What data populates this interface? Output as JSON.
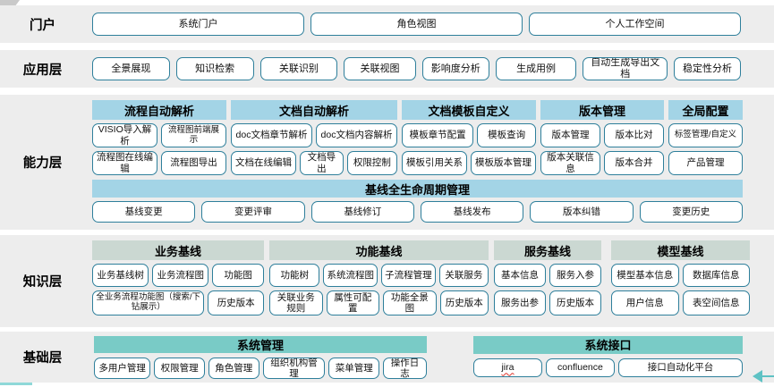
{
  "portal": {
    "label": "门户",
    "buttons": [
      "系统门户",
      "角色视图",
      "个人工作空间"
    ]
  },
  "application": {
    "label": "应用层",
    "buttons": [
      "全景展现",
      "知识检索",
      "关联识别",
      "关联视图",
      "影响度分析",
      "生成用例",
      "自动生成导出文档",
      "稳定性分析"
    ]
  },
  "capability": {
    "label": "能力层",
    "groups": [
      {
        "header": "流程自动解析",
        "row1": [
          "VISIO导入解析",
          "流程图前端展示"
        ],
        "row2": [
          "流程图在线编辑",
          "流程图导出"
        ]
      },
      {
        "header": "文档自动解析",
        "row1": [
          "doc文档章节解析",
          "doc文档内容解析"
        ],
        "row2": [
          "文档在线编辑",
          "文档导出",
          "权限控制"
        ]
      },
      {
        "header": "文档模板自定义",
        "row1": [
          "模板章节配置",
          "模板查询"
        ],
        "row2": [
          "模板引用关系",
          "模板版本管理"
        ]
      },
      {
        "header": "版本管理",
        "row1": [
          "版本管理",
          "版本比对"
        ],
        "row2": [
          "版本关联信息",
          "版本合并"
        ]
      },
      {
        "header": "全局配置",
        "row1": [
          "标签管理/自定义"
        ],
        "row2": [
          "产品管理"
        ]
      }
    ],
    "baseline": {
      "header": "基线全生命周期管理",
      "buttons": [
        "基线变更",
        "变更评审",
        "基线修订",
        "基线发布",
        "版本纠错",
        "变更历史"
      ]
    }
  },
  "knowledge": {
    "label": "知识层",
    "groups": [
      {
        "header": "业务基线",
        "row1": [
          "业务基线树",
          "业务流程图",
          "功能图"
        ],
        "row2": [
          "全业务流程功能图（搜索/下钻展示）",
          "历史版本"
        ]
      },
      {
        "header": "功能基线",
        "row1": [
          "功能树",
          "系统流程图",
          "子流程管理",
          "关联服务"
        ],
        "row2": [
          "关联业务规则",
          "属性可配置",
          "功能全景图",
          "历史版本"
        ]
      },
      {
        "header": "服务基线",
        "row1": [
          "基本信息",
          "服务入参"
        ],
        "row2": [
          "服务出参",
          "历史版本"
        ]
      },
      {
        "header": "模型基线",
        "row1": [
          "模型基本信息",
          "数据库信息"
        ],
        "row2": [
          "用户信息",
          "表空间信息"
        ]
      }
    ]
  },
  "foundation": {
    "label": "基础层",
    "groups": [
      {
        "header": "系统管理",
        "buttons": [
          "多用户管理",
          "权限管理",
          "角色管理",
          "组织机构管理",
          "菜单管理",
          "操作日志"
        ]
      },
      {
        "header": "系统接口",
        "buttons": [
          "jira",
          "confluence",
          "接口自动化平台"
        ]
      }
    ]
  },
  "colors": {
    "band_bg": "#ededed",
    "box_border": "#2e7f9b",
    "capability_header_bg": "#a3d4e6",
    "knowledge_header_bg": "#cbd8d2",
    "foundation_header_bg": "#79cbc6",
    "accent_teal": "#5ec2c4",
    "spellcheck_red": "#e0352b"
  }
}
